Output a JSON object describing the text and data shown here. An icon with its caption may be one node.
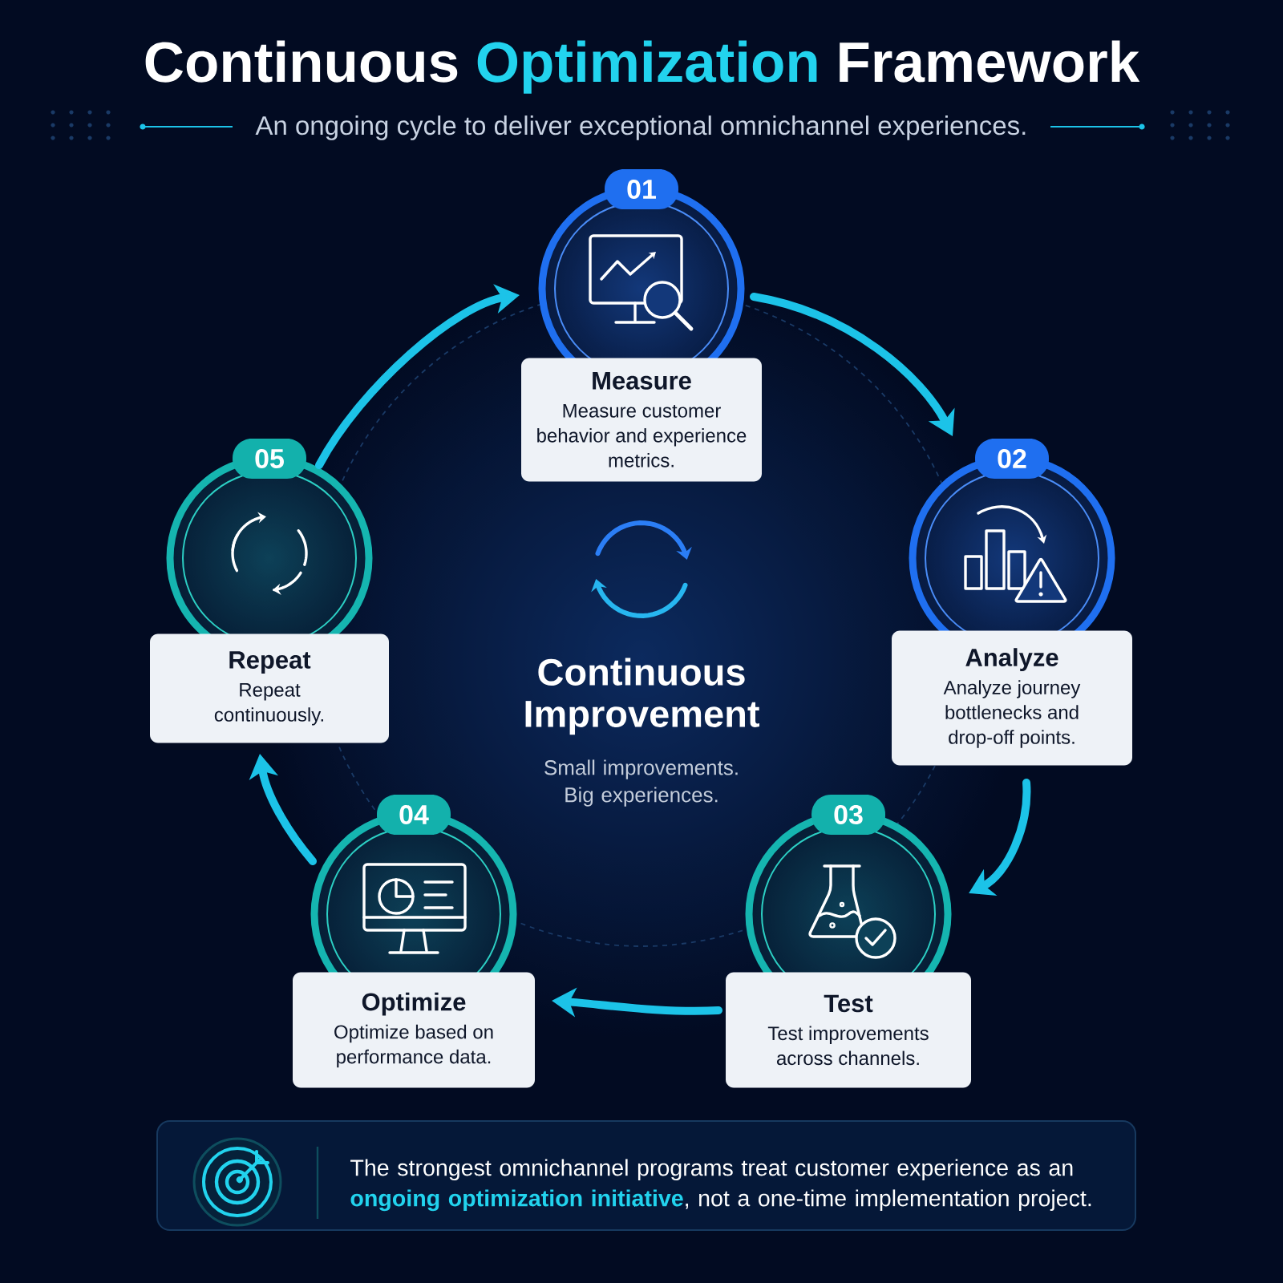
{
  "diagram": {
    "title": "Continuous **Optimization** Framework",
    "nodes": [
      {
        "text": [
          "01",
          "Measure",
          "Measure customer behavior and experience metrics."
        ]
      },
      {
        "text": [
          "02",
          "Analyze",
          "Analyze journey bottlenecks and drop-off points."
        ]
      },
      {
        "text": [
          "03",
          "Test",
          "Test improvements across channels."
        ]
      },
      {
        "text": [
          "04",
          "Optimize",
          "Optimize based on performance data."
        ]
      },
      {
        "text": [
          "05",
          "Repeat",
          "Repeat continuously."
        ]
      },
      {
        "text": [
          "The strongest omnichannel programs treat customer experience as an **ongoing optimization initiative**, not a one-time implementation project."
        ]
      }
    ],
    "edges": [
      {
        "from": 0,
        "to": 1,
        "arrow": "to"
      },
      {
        "from": 1,
        "to": 2,
        "arrow": "to"
      },
      {
        "from": 2,
        "to": 3,
        "arrow": "to"
      },
      {
        "from": 3,
        "to": 4,
        "arrow": "to"
      },
      {
        "from": 4,
        "to": 0,
        "arrow": "to"
      }
    ],
    "labels": [
      "An ongoing cycle to deliver exceptional omnichannel experiences.",
      "Continuous Improvement",
      "Small improvements. Big experiences."
    ]
  }
}
